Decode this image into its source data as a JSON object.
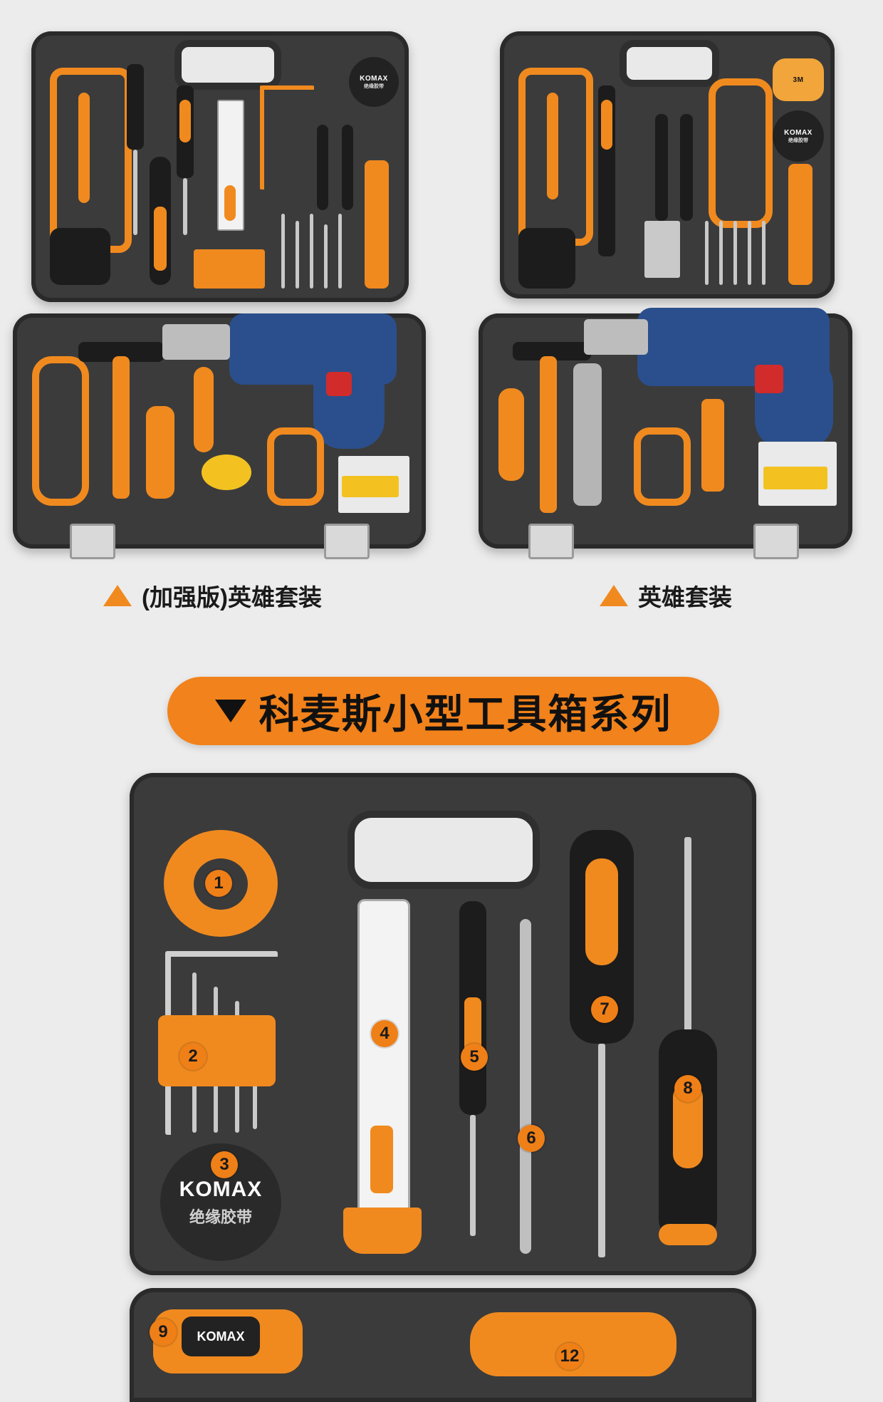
{
  "top_cases": [
    {
      "caption": "(加强版)英雄套装",
      "brand": "KOMAX",
      "badge_sub": "绝缘胶带"
    },
    {
      "caption": "英雄套装",
      "brand": "KOMAX",
      "badge_sub": "绝缘胶带",
      "tape_label": "3M"
    }
  ],
  "series_title": "科麦斯小型工具箱系列",
  "small_case": {
    "tape_brand": "KOMAX",
    "tape_label": "绝缘胶带",
    "measure_brand": "KOMAX",
    "numbers": [
      "1",
      "2",
      "3",
      "4",
      "5",
      "6",
      "7",
      "8",
      "9",
      "12"
    ]
  },
  "colors": {
    "accent": "#f08a1f",
    "case_dark": "#3b3b3b",
    "background": "#ececec"
  }
}
